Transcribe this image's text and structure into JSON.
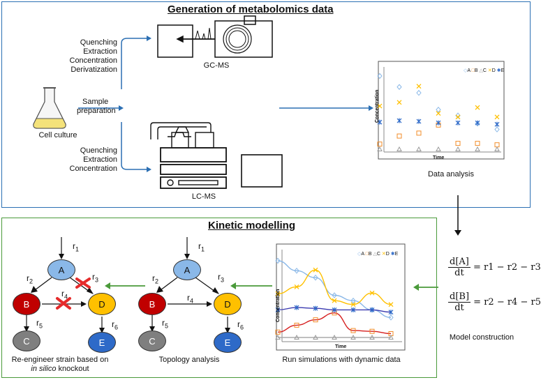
{
  "generation": {
    "title": "Generation of metabolomics data",
    "cell_culture": "Cell culture",
    "sample_prep": [
      "Sample",
      "preparation"
    ],
    "gc_steps": [
      "Quenching",
      "Extraction",
      "Concentration",
      "Derivatization"
    ],
    "lc_steps": [
      "Quenching",
      "Extraction",
      "Concentration"
    ],
    "gc_label": "GC-MS",
    "lc_label": "LC-MS",
    "data_analysis": "Data analysis",
    "plot": {
      "ylabel": "Concentration",
      "xlabel": "Time",
      "legend": [
        "A",
        "B",
        "C",
        "D",
        "E"
      ]
    }
  },
  "kinetic": {
    "title": "Kinetic modelling",
    "nodes": [
      "A",
      "B",
      "C",
      "D",
      "E"
    ],
    "rates": [
      "r",
      "1",
      "r",
      "2",
      "r",
      "3",
      "r",
      "4",
      "r",
      "5",
      "r",
      "6"
    ],
    "knockout_caption": [
      "Re-engineer strain based on",
      "in silico",
      "knockout"
    ],
    "topology_caption": "Topology analysis",
    "simulation_caption": "Run simulations with dynamic data",
    "model_caption": "Model construction",
    "sim_plot": {
      "ylabel": "Concentration",
      "xlabel": "Time",
      "legend": [
        "A",
        "B",
        "C",
        "D",
        "E"
      ]
    },
    "equations": {
      "eq1": {
        "num": "d[A]",
        "den": "dt",
        "rhs": "= r1 − r2 − r3"
      },
      "eq2": {
        "num": "d[B]",
        "den": "dt",
        "rhs": "= r2 − r4 − r5"
      }
    }
  },
  "colors": {
    "blue_frame": "#2b6fb3",
    "green_frame": "#4a9a3a",
    "A": "#8ab8e8",
    "B": "#c00000",
    "C": "#7f7f7f",
    "D": "#ffc000",
    "E": "#2e6ac8"
  },
  "chart_data": [
    {
      "type": "scatter",
      "title": "",
      "xlabel": "Time",
      "ylabel": "Concentration",
      "series": [
        {
          "name": "A",
          "values": [
            10,
            8.5,
            7.7,
            5.4,
            4.6,
            3.5,
            2.7
          ]
        },
        {
          "name": "B",
          "values": [
            0.7,
            1.8,
            2.2,
            3.3,
            0.8,
            0.8,
            0.6
          ]
        },
        {
          "name": "C",
          "values": [
            0,
            0,
            0,
            0,
            0,
            0,
            0
          ]
        },
        {
          "name": "D",
          "values": [
            5.9,
            6.4,
            8.6,
            4.9,
            4.4,
            5.7,
            4.4
          ]
        },
        {
          "name": "E",
          "values": [
            3.7,
            3.9,
            3.8,
            3.6,
            3.6,
            3.6,
            3.4
          ]
        }
      ]
    },
    {
      "type": "line",
      "title": "",
      "xlabel": "Time",
      "ylabel": "Concentration",
      "series": [
        {
          "name": "A",
          "values": [
            10,
            8.7,
            7.8,
            5.5,
            4.8,
            3.6,
            2.6
          ]
        },
        {
          "name": "B",
          "values": [
            0.7,
            1.6,
            2.3,
            3.2,
            0.9,
            0.8,
            0.5
          ]
        },
        {
          "name": "C",
          "values": [
            0,
            0,
            0,
            0,
            0,
            0,
            0
          ]
        },
        {
          "name": "D",
          "values": [
            5.7,
            6.6,
            8.8,
            4.8,
            4.3,
            5.8,
            4.3
          ]
        },
        {
          "name": "E",
          "values": [
            3.6,
            3.9,
            3.8,
            3.6,
            3.6,
            3.6,
            3.3
          ]
        }
      ]
    }
  ]
}
